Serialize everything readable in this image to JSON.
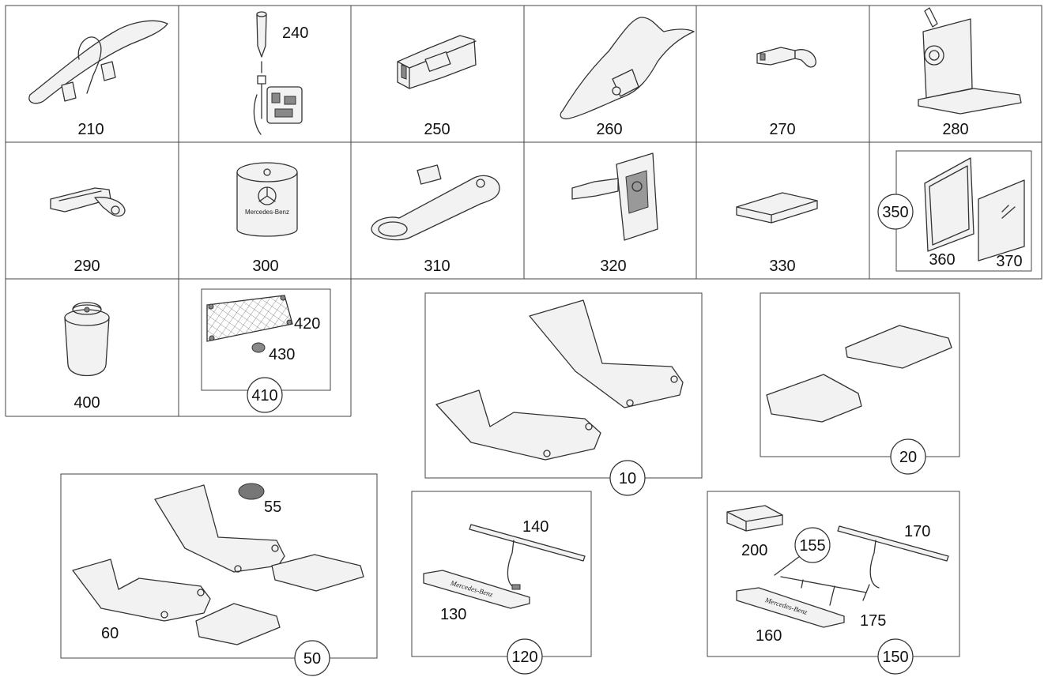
{
  "diagram": {
    "labels": {
      "l210": "210",
      "l240": "240",
      "l250": "250",
      "l260": "260",
      "l270": "270",
      "l280": "280",
      "l290": "290",
      "l300": "300",
      "l310": "310",
      "l320": "320",
      "l330": "330",
      "l350": "350",
      "l360": "360",
      "l370": "370",
      "l400": "400",
      "l410": "410",
      "l420": "420",
      "l430": "430",
      "l10": "10",
      "l20": "20",
      "l50": "50",
      "l55": "55",
      "l60": "60",
      "l120": "120",
      "l130": "130",
      "l140": "140",
      "l150": "150",
      "l155": "155",
      "l160": "160",
      "l170": "170",
      "l175": "175",
      "l200": "200"
    },
    "product_text": {
      "brand_cylinder": "Mercedes-Benz",
      "sill_script": "Mercedes-Benz"
    }
  }
}
